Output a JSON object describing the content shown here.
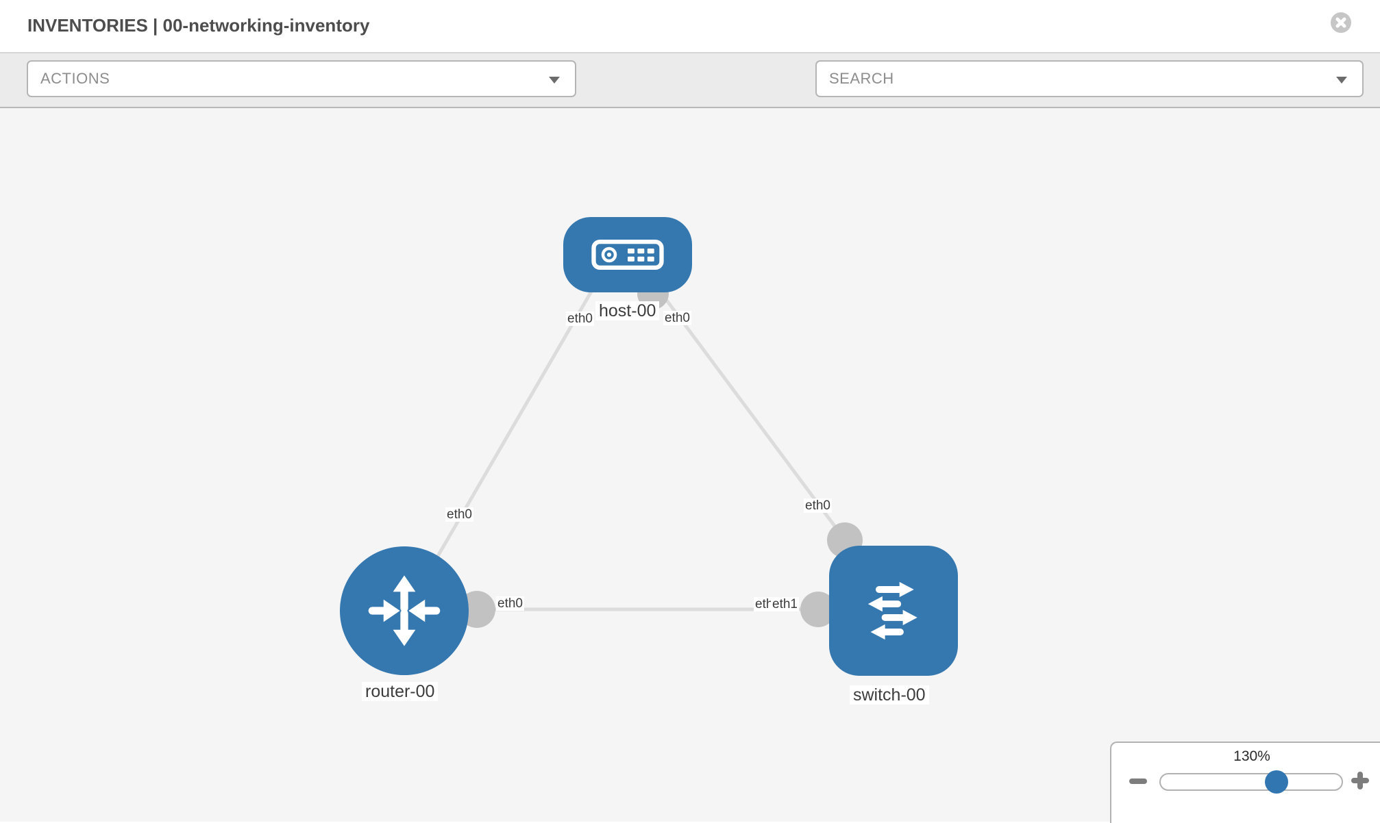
{
  "header": {
    "title": "INVENTORIES | 00-networking-inventory"
  },
  "toolbar": {
    "actions_label": "ACTIONS",
    "search_placeholder": "SEARCH",
    "tool_icons": [
      "wrench-icon",
      "key-icon"
    ]
  },
  "topology": {
    "nodes": [
      {
        "label": "host-00",
        "type": "host"
      },
      {
        "label": "router-00",
        "type": "router"
      },
      {
        "label": "switch-00",
        "type": "switch"
      }
    ],
    "links": [
      {
        "from": "host-00",
        "from_iface": "eth0",
        "to": "router-00",
        "to_iface": "eth0"
      },
      {
        "from": "host-00",
        "from_iface": "eth0",
        "to": "switch-00",
        "to_iface": "eth0"
      },
      {
        "from": "router-00",
        "from_iface": "eth0",
        "to": "switch-00",
        "to_iface": "eth1"
      }
    ],
    "iface_labels": {
      "host_left": "eth0",
      "host_right": "eth0",
      "link_router_mid": "eth0",
      "link_switch_mid": "eth0",
      "router_port": "eth0",
      "switch_port_back": "eth0",
      "switch_port_front": "eth1"
    }
  },
  "zoom_control": {
    "value": "130%",
    "percent": 130
  },
  "colors": {
    "node_blue": "#3578b0",
    "link_gray": "#dcdcdc",
    "port_gray": "#c2c2c2",
    "thumb_blue": "#3276b1"
  }
}
